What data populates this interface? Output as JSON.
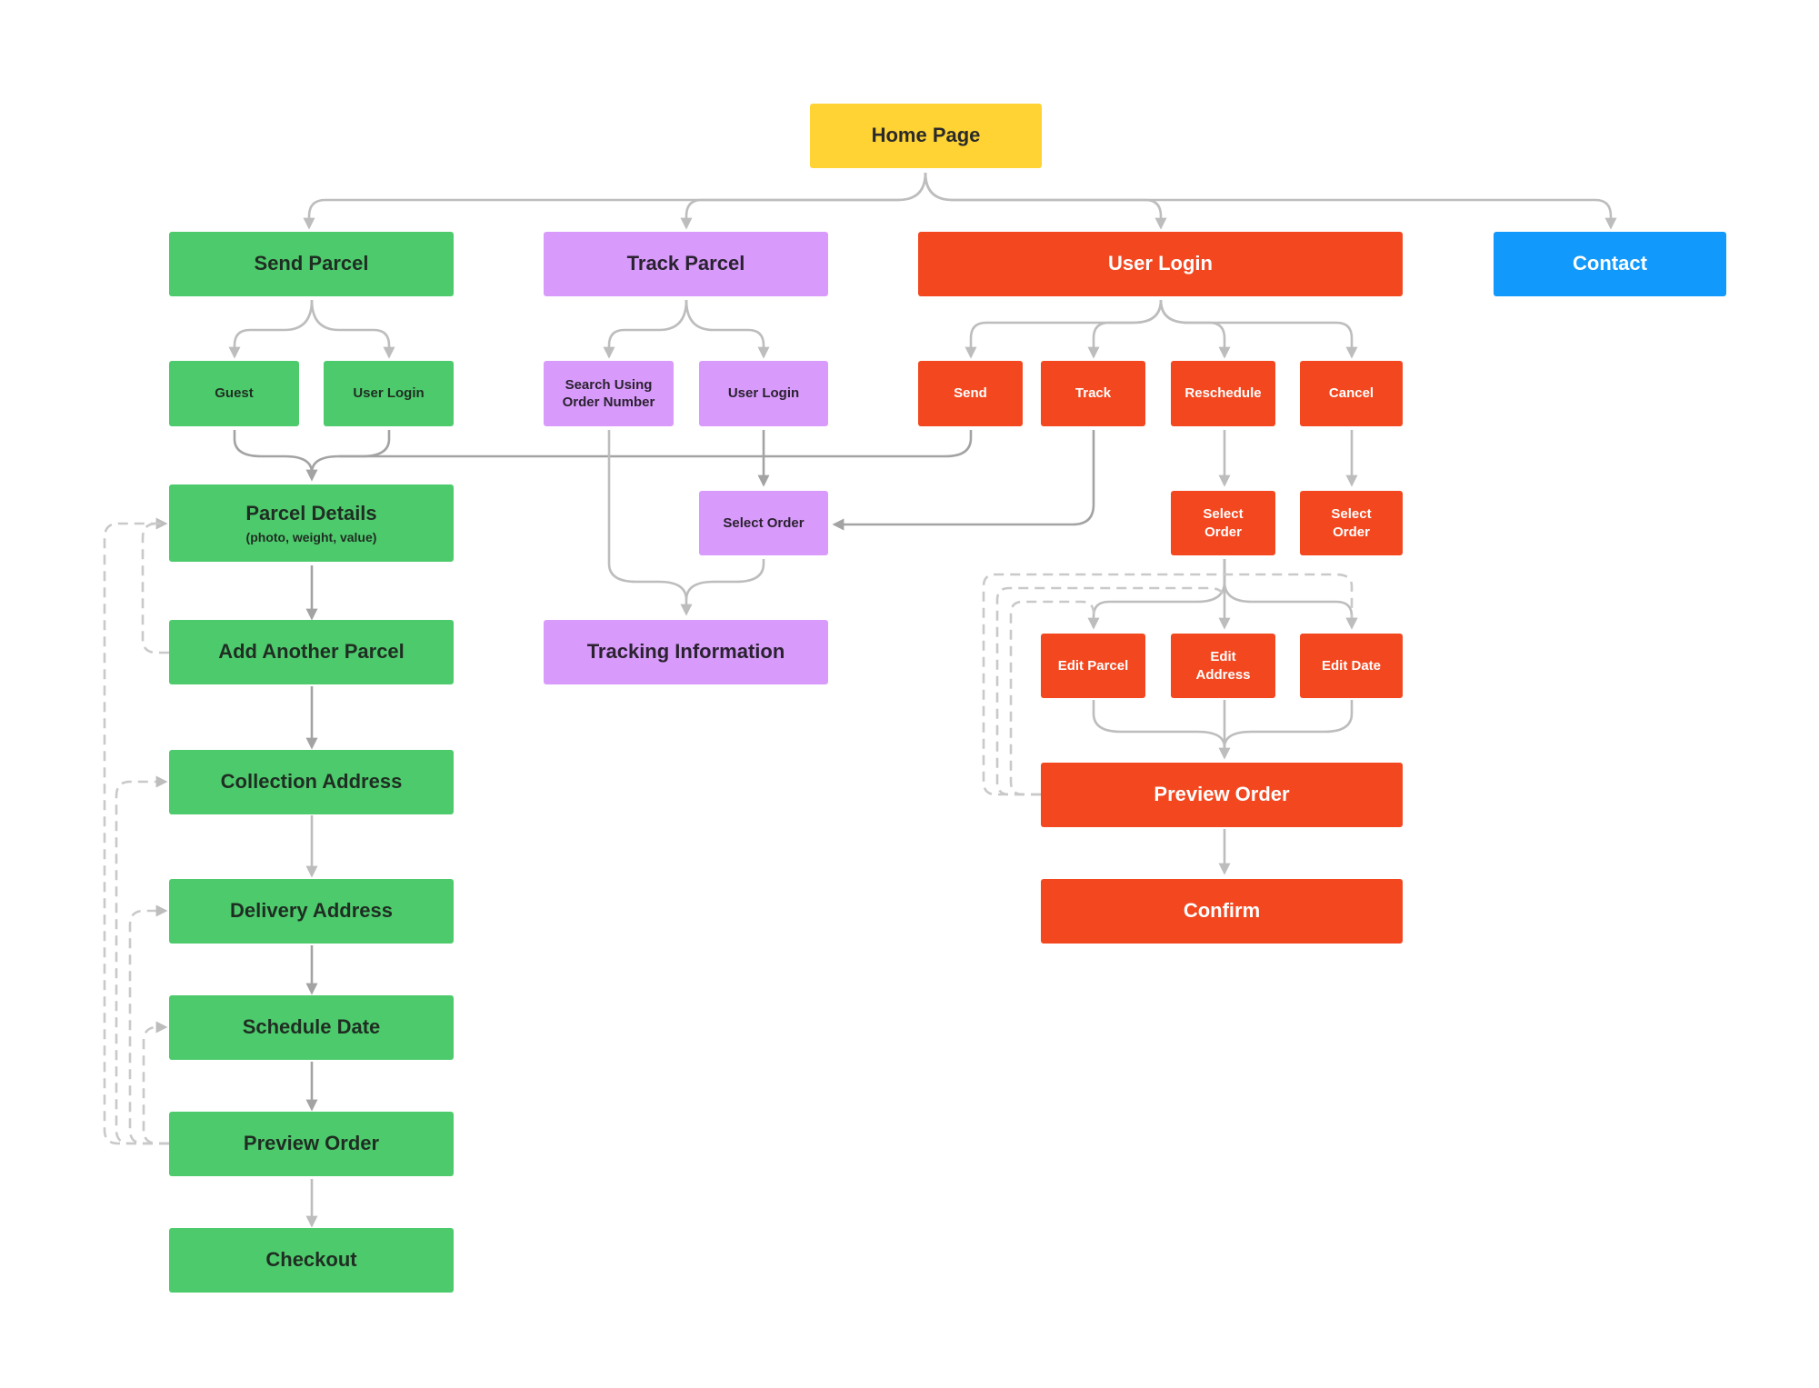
{
  "colors": {
    "yellow": "#FFD333",
    "green": "#4DCB6C",
    "purple": "#D99BFB",
    "red": "#F2471F",
    "blue": "#1199FB",
    "connector": "#BDBDBD"
  },
  "nodes": {
    "home_page": "Home Page",
    "send_parcel": "Send Parcel",
    "track_parcel": "Track Parcel",
    "user_login": "User Login",
    "contact": "Contact",
    "guest": "Guest",
    "send_user_login": "User Login",
    "search_using_order_number": "Search Using Order Number",
    "track_user_login": "User Login",
    "send": "Send",
    "track": "Track",
    "reschedule": "Reschedule",
    "cancel": "Cancel",
    "parcel_details": "Parcel Details",
    "parcel_details_sub": "(photo, weight, value)",
    "select_order_track": "Select Order",
    "select_order_reschedule": "Select Order",
    "select_order_cancel": "Select Order",
    "add_another_parcel": "Add Another Parcel",
    "tracking_information": "Tracking Information",
    "edit_parcel": "Edit Parcel",
    "edit_address": "Edit Address",
    "edit_date": "Edit Date",
    "collection_address": "Collection Address",
    "preview_order_user": "Preview Order",
    "delivery_address": "Delivery Address",
    "confirm": "Confirm",
    "schedule_date": "Schedule Date",
    "preview_order_send": "Preview Order",
    "checkout": "Checkout"
  }
}
